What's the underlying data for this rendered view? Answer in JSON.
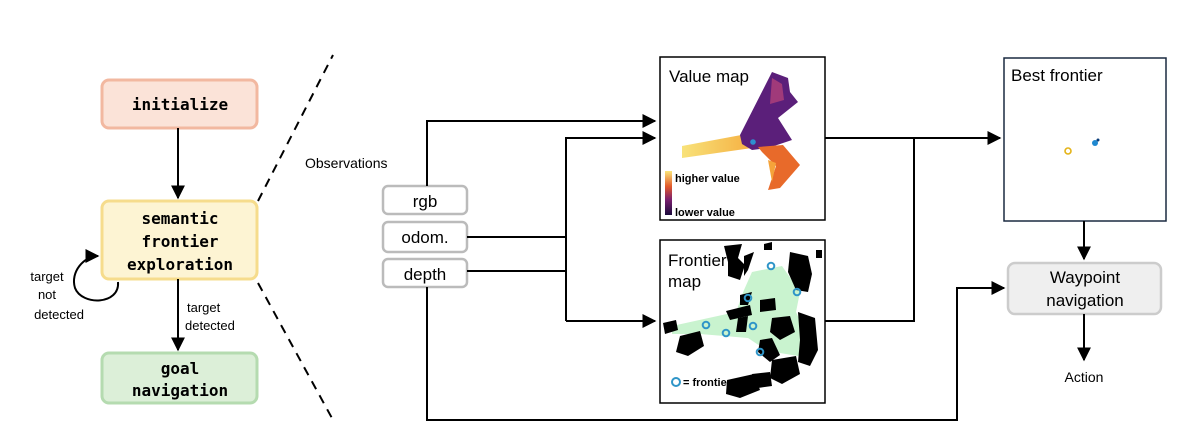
{
  "state_machine": {
    "initialize": "initialize",
    "semantic_lines": [
      "semantic",
      "frontier",
      "exploration"
    ],
    "goal_lines": [
      "goal",
      "navigation"
    ],
    "loop_label_lines": [
      "target",
      "not",
      "detected"
    ],
    "transition_label_lines": [
      "target",
      "detected"
    ],
    "colors": {
      "initialize_fill": "#fbe3d8",
      "initialize_border": "#f2b8a0",
      "semantic_fill": "#fdf4d3",
      "semantic_border": "#f6dc8c",
      "goal_fill": "#dcefd8",
      "goal_border": "#b5dbb0"
    }
  },
  "pipeline": {
    "observations_label": "Observations",
    "inputs": [
      "rgb",
      "odom.",
      "depth"
    ],
    "value_map": {
      "title": "Value map",
      "legend_high": "higher value",
      "legend_low": "lower value"
    },
    "frontier_map": {
      "title_lines": [
        "Frontier",
        "map"
      ],
      "legend": "= frontiers"
    },
    "best_frontier_title": "Best frontier",
    "waypoint_lines": [
      "Waypoint",
      "navigation"
    ],
    "action_label": "Action"
  }
}
